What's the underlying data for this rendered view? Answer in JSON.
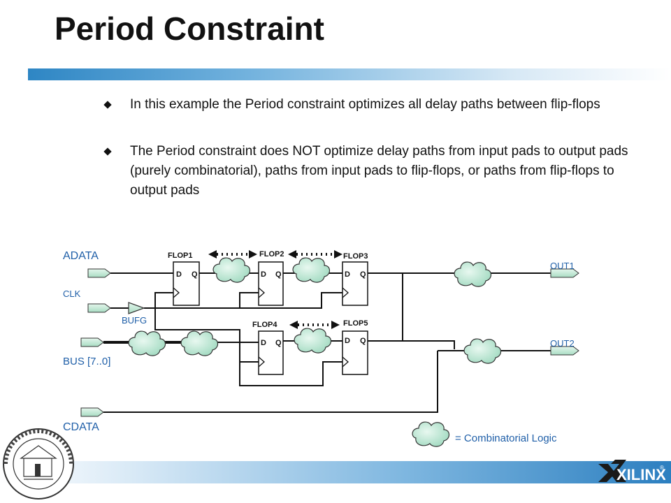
{
  "slide": {
    "title": "Period Constraint",
    "bullets": [
      "In this example the Period constraint optimizes all delay paths between flip-flops",
      "The Period constraint does NOT optimize delay paths from input pads to output pads (purely combinatorial), paths from input pads to flip-flops, or paths from flip-flops to output pads"
    ]
  },
  "diagram": {
    "inputs": {
      "adata": "ADATA",
      "clk": "CLK",
      "bus": "BUS [7..0]",
      "cdata": "CDATA"
    },
    "bufg": "BUFG",
    "outputs": {
      "out1": "OUT1",
      "out2": "OUT2"
    },
    "flops": {
      "flop1": "FLOP1",
      "flop2": "FLOP2",
      "flop3": "FLOP3",
      "flop4": "FLOP4",
      "flop5": "FLOP5"
    },
    "pins": {
      "d": "D",
      "q": "Q"
    },
    "legend": "= Combinatorial Logic"
  },
  "colors": {
    "accent_blue": "#2e86c4",
    "label_blue": "#1f5fa8",
    "logic_fill": "#b8e6d3",
    "pad_fill": "#bfe8d5"
  },
  "branding": {
    "logo": "XILINX",
    "logo_mark": "®"
  }
}
